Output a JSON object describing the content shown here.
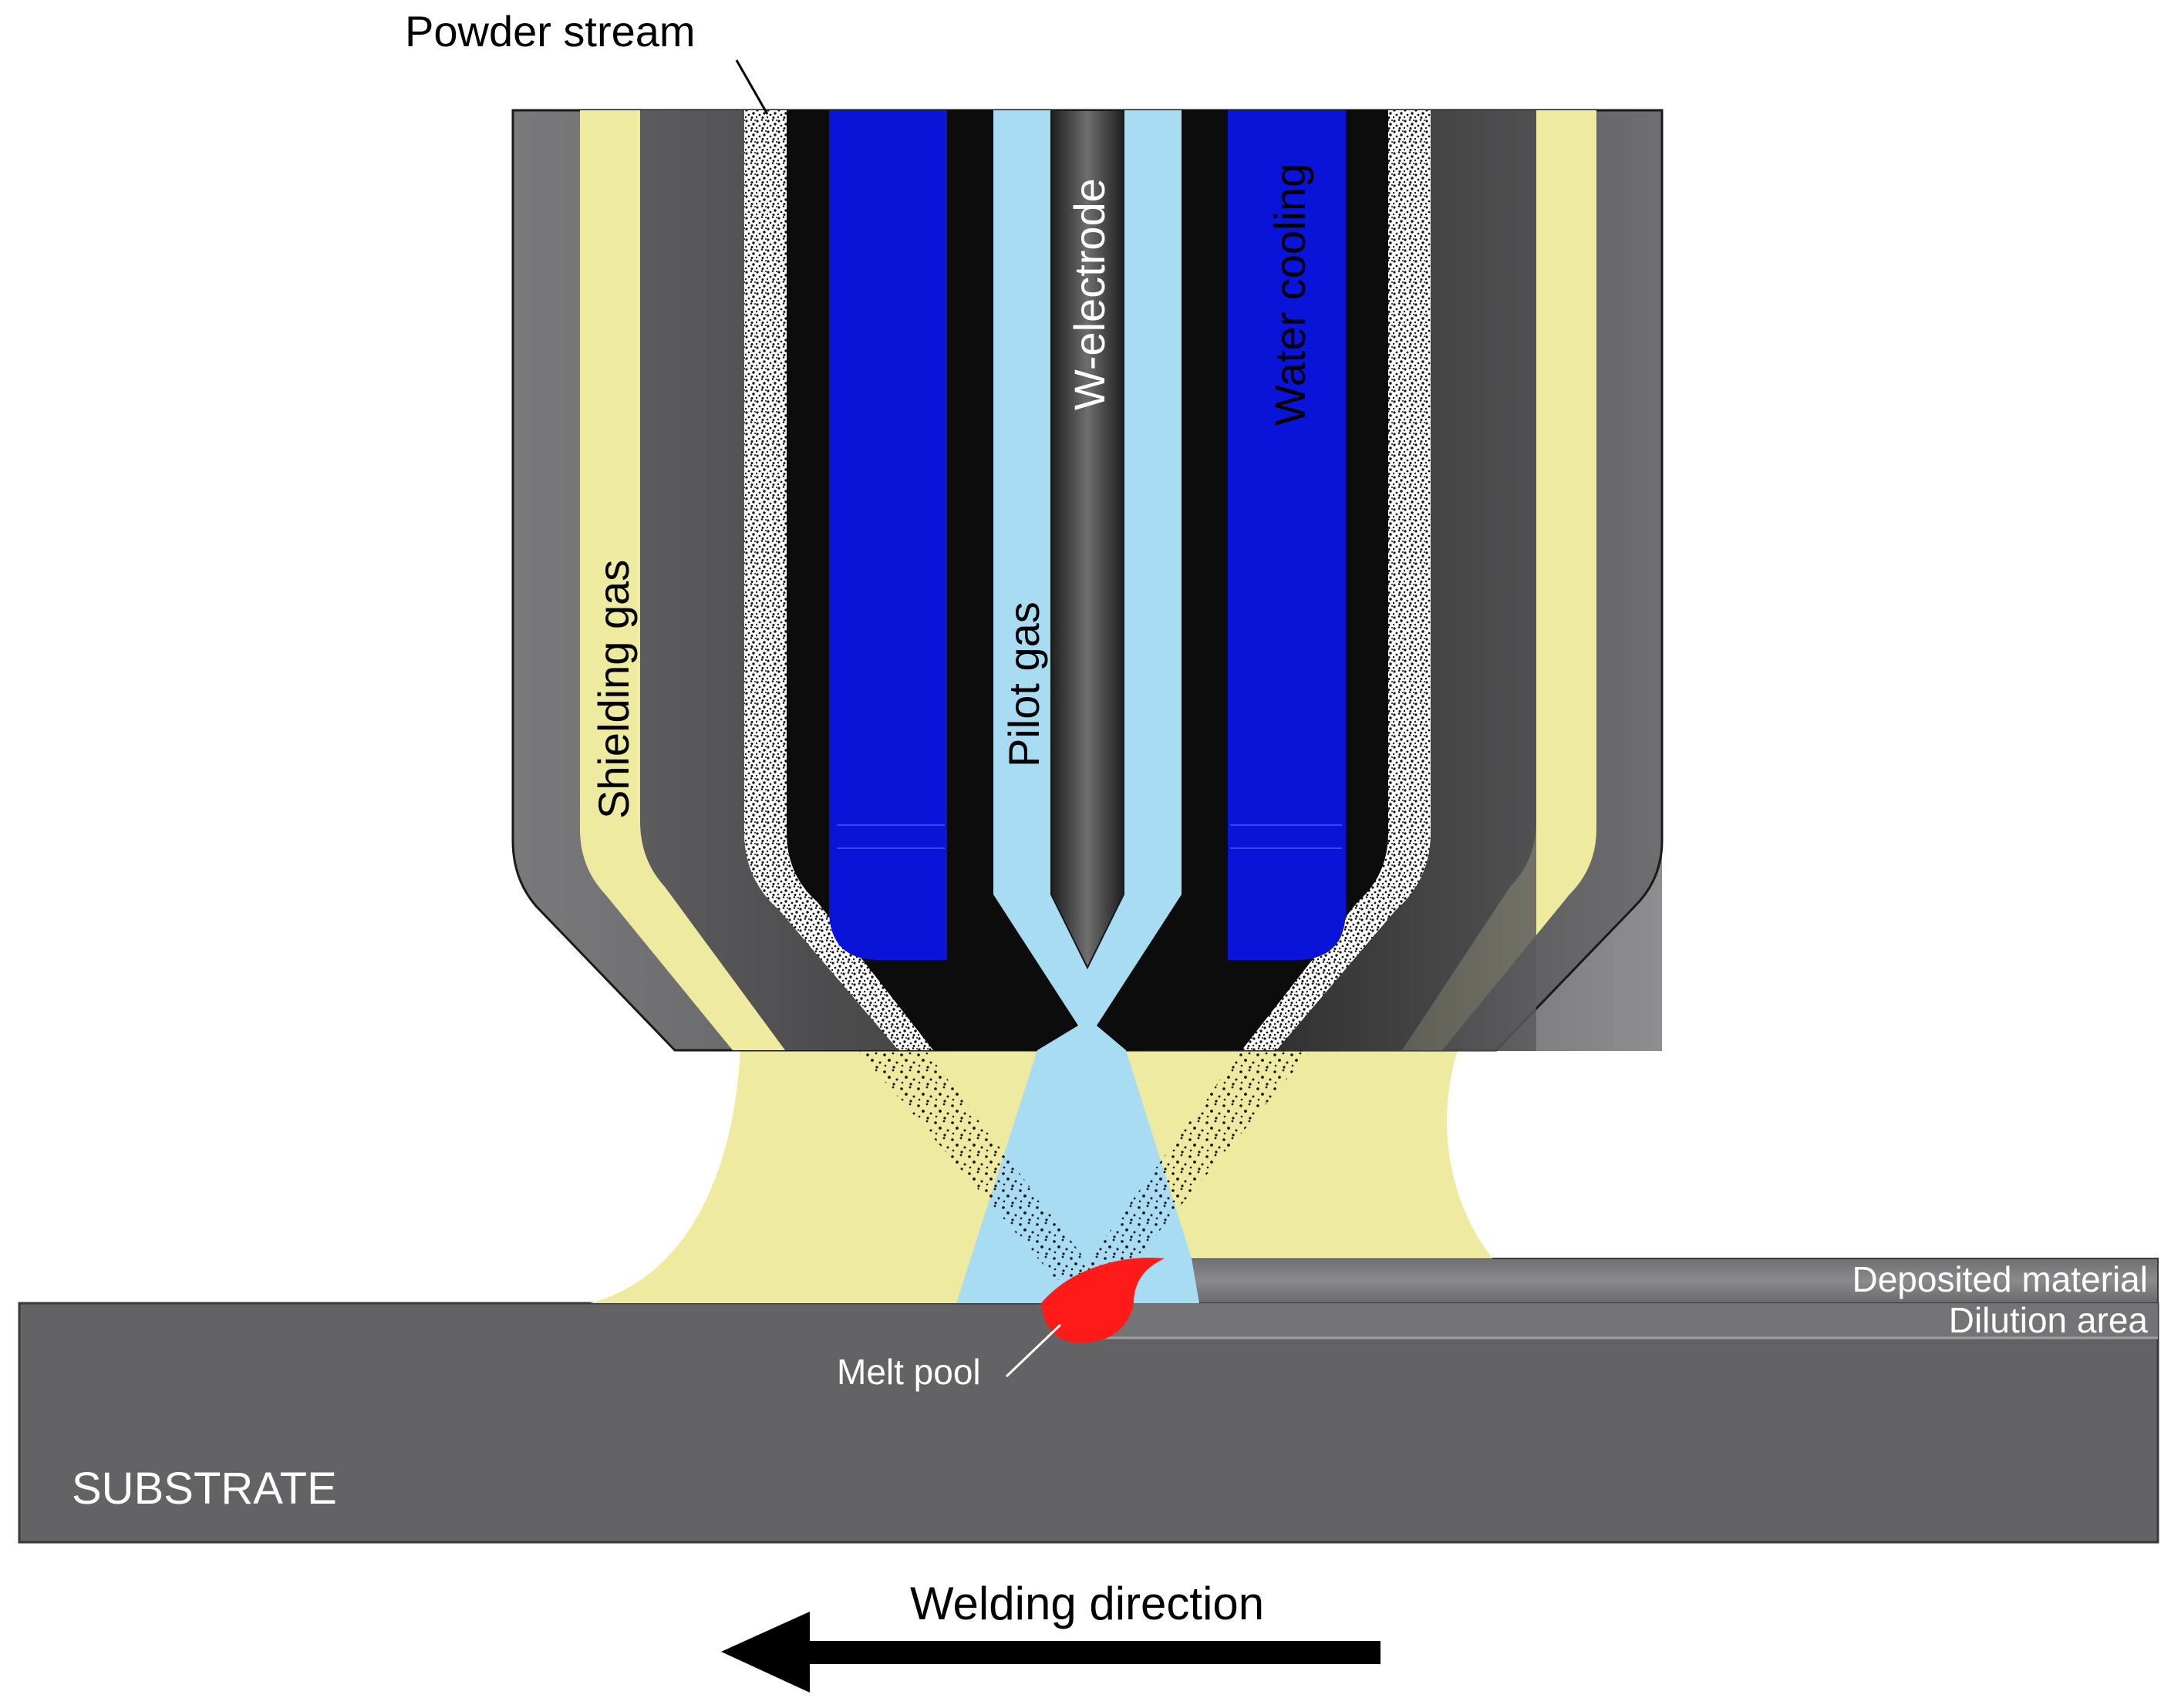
{
  "labels": {
    "powder_stream": "Powder stream",
    "w_electrode": "W-electrode",
    "water_cooling": "Water cooling",
    "shielding_gas": "Shielding gas",
    "pilot_gas": "Pilot gas",
    "deposited_material": "Deposited material",
    "dilution_area": "Dilution area",
    "melt_pool": "Melt pool",
    "substrate": "SUBSTRATE",
    "welding_direction": "Welding direction"
  },
  "colors": {
    "nozzle_gray": "#4a4a4c",
    "nozzle_black": "#0c0c0c",
    "shielding_gas": "#eeeaa0",
    "water_cooling": "#0a14d8",
    "pilot_gas": "#a8dcf2",
    "electrode": "#3a3a3a",
    "substrate": "#636365",
    "deposit": "#5a5a5c",
    "melt_pool": "#ff1a1a",
    "arrow": "#000000"
  }
}
